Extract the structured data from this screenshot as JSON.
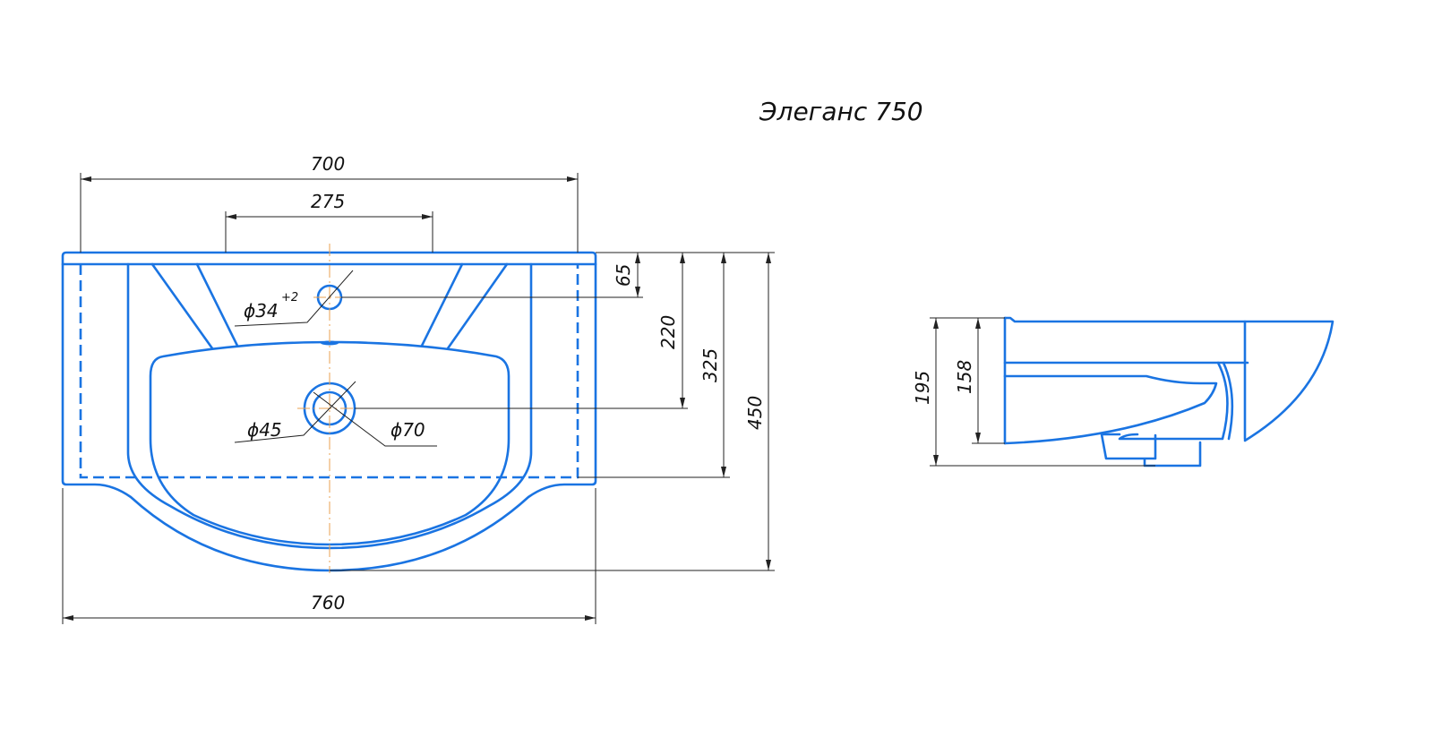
{
  "title": "Элеганс 750",
  "plan_view": {
    "dim_width_inner": "700",
    "dim_tap_spacing": "275",
    "dim_width_total": "760",
    "dim_tap_offset": "65",
    "dim_drain_offset": "220",
    "dim_body_depth": "325",
    "dim_total_depth": "450",
    "tap_hole_label": "ϕ34",
    "tap_hole_tolerance": "+2",
    "drain_inner_label": "ϕ45",
    "drain_outer_label": "ϕ70"
  },
  "side_view": {
    "dim_total_height": "195",
    "dim_bowl_height": "158"
  },
  "colors": {
    "outline": "#1a74e2",
    "centerline": "#e8a050",
    "dimension": "#222222"
  }
}
